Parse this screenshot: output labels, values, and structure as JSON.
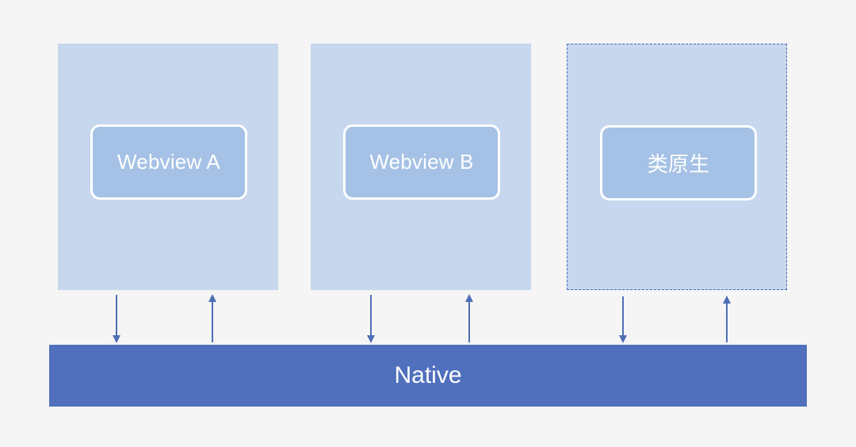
{
  "panels": [
    {
      "label": "Webview A",
      "border_style": "solid"
    },
    {
      "label": "Webview B",
      "border_style": "solid"
    },
    {
      "label": "类原生",
      "border_style": "dashed"
    }
  ],
  "native": {
    "label": "Native"
  },
  "colors": {
    "background": "#f5f5f5",
    "panel_fill": "#c6d7ee",
    "inner_box_fill": "#a5c1e5",
    "native_fill": "#5070bd",
    "arrow": "#4e6fb5"
  }
}
